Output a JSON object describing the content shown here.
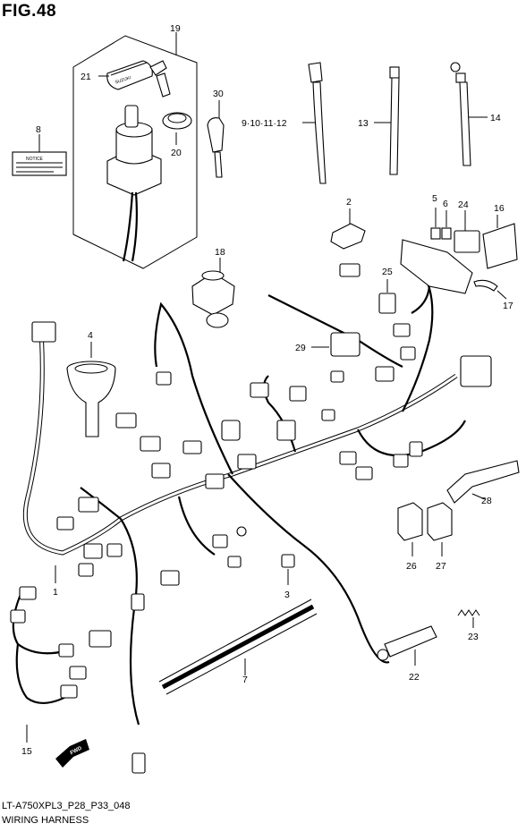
{
  "figure": {
    "title": "FIG.48",
    "code": "LT-A750XPL3_P28_P33_048",
    "name": "WIRING HARNESS"
  },
  "parts": {
    "p1": "1",
    "p2": "2",
    "p3": "3",
    "p4": "4",
    "p5": "5",
    "p6": "6",
    "p7": "7",
    "p8": "8",
    "p9_12": "9·10·11·12",
    "p13": "13",
    "p14": "14",
    "p15": "15",
    "p16": "16",
    "p17": "17",
    "p18": "18",
    "p19": "19",
    "p20": "20",
    "p21": "21",
    "p22": "22",
    "p23": "23",
    "p24": "24",
    "p25": "25",
    "p26": "26",
    "p27": "27",
    "p28": "28",
    "p29": "29",
    "p30": "30"
  },
  "labels": {
    "notice": "NOTICE",
    "fwd": "FWD",
    "key_brand": "SUZUKI"
  },
  "icons": {
    "fwd_arrow": "fwd-arrow-icon"
  }
}
